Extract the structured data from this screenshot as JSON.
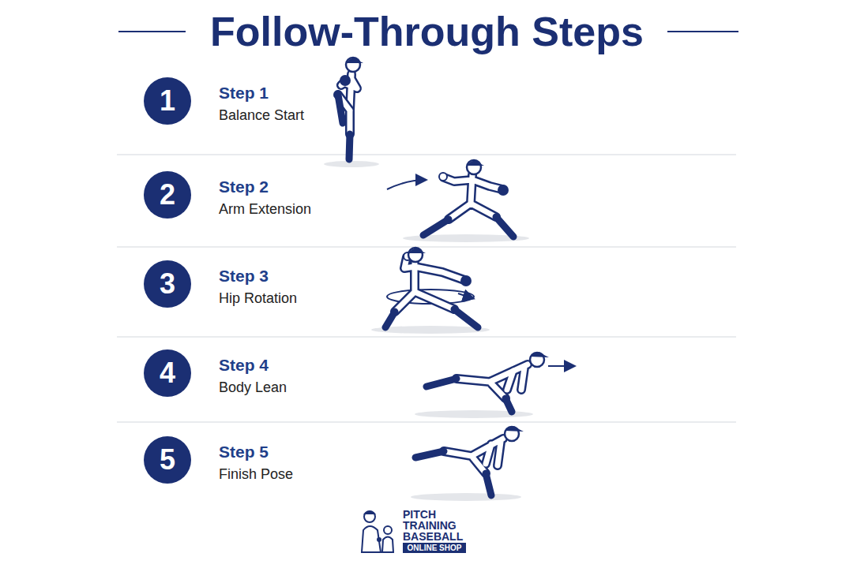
{
  "diagram": {
    "title": "Follow-Through Steps",
    "nodes": [
      {
        "text": [
          "1"
        ]
      },
      {
        "text": [
          "2"
        ]
      },
      {
        "text": [
          "3"
        ]
      },
      {
        "text": [
          "4"
        ]
      },
      {
        "text": [
          "5"
        ]
      },
      {
        "text": [
          "ONLINE SHOP"
        ]
      }
    ],
    "labels": [
      "Step 1",
      "Balance Start",
      "Step 2",
      "Arm Extension",
      "Step 3",
      "Hip Rotation",
      "Step 4",
      "Body Lean",
      "Step 5",
      "Finish Pose",
      "PITCH TRAINING BASEBALL"
    ]
  }
}
